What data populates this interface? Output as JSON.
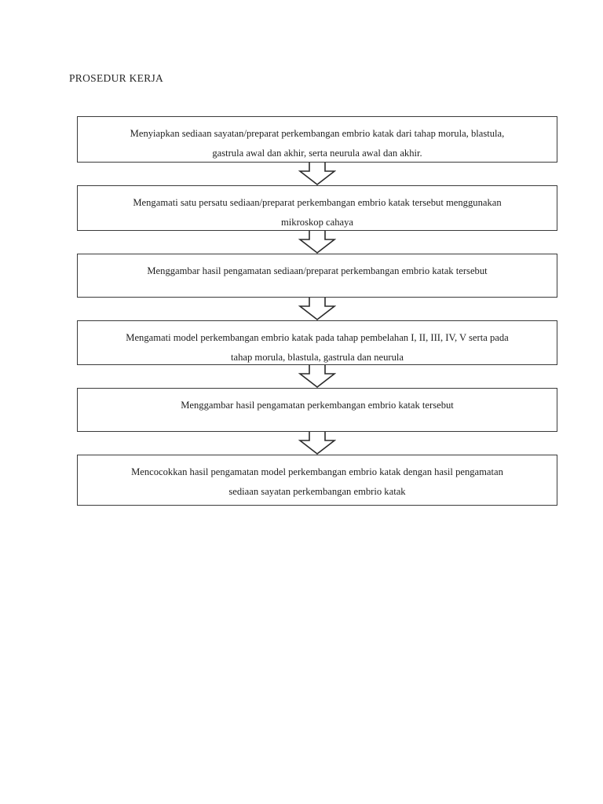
{
  "document": {
    "title": "PROSEDUR KERJA",
    "background_color": "#ffffff",
    "text_color": "#1d1d1d",
    "border_color": "#3a3a3a"
  },
  "flowchart": {
    "arrow_icon": "down-arrow-icon",
    "steps": [
      {
        "index": 1,
        "text": "Menyiapkan sediaan sayatan/preparat perkembangan embrio katak dari tahap morula, blastula,\ngastrula awal dan akhir, serta neurula awal dan akhir."
      },
      {
        "index": 2,
        "text": "Mengamati satu persatu sediaan/preparat perkembangan embrio katak tersebut menggunakan\nmikroskop cahaya"
      },
      {
        "index": 3,
        "text": "Menggambar hasil pengamatan sediaan/preparat perkembangan embrio katak tersebut"
      },
      {
        "index": 4,
        "text": "Mengamati model  perkembangan embrio katak pada tahap pembelahan I, II, III, IV, V serta pada\ntahap morula, blastula, gastrula dan neurula"
      },
      {
        "index": 5,
        "text": "Menggambar hasil pengamatan perkembangan embrio katak tersebut"
      },
      {
        "index": 6,
        "text": "Mencocokkan hasil pengamatan model perkembangan embrio katak dengan hasil pengamatan\nsediaan sayatan perkembangan embrio katak"
      }
    ]
  }
}
